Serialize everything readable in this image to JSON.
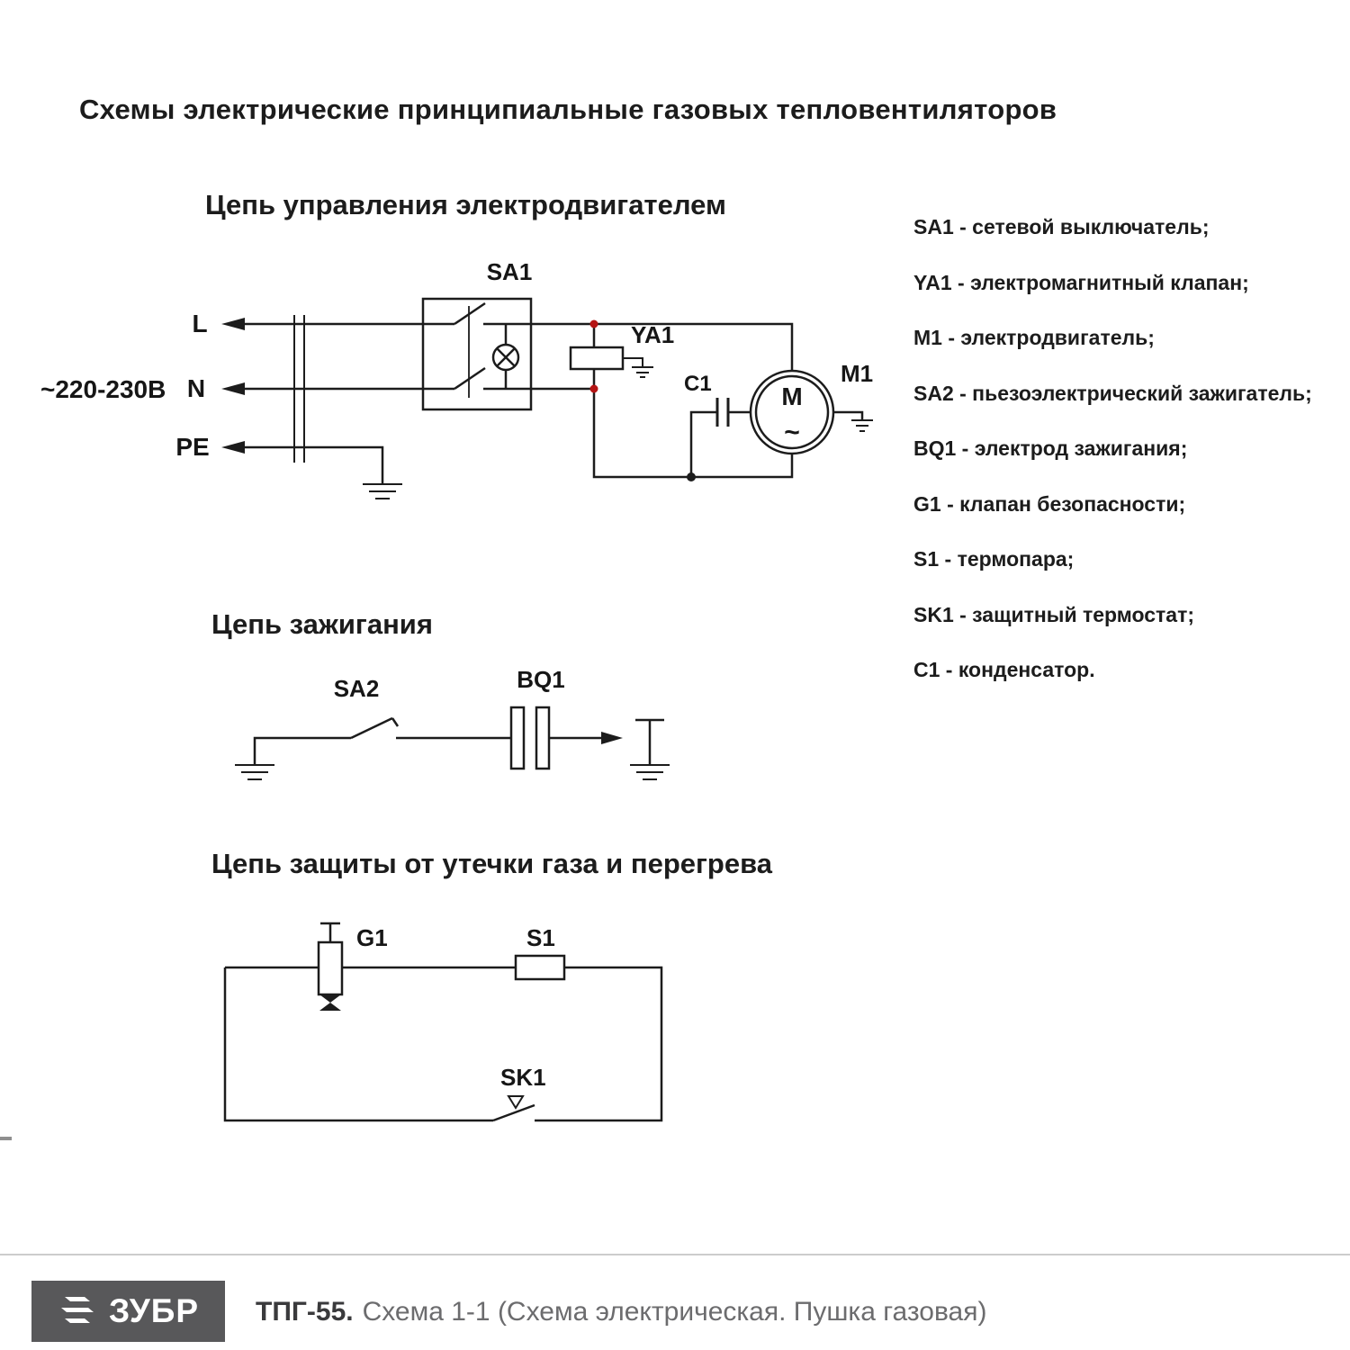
{
  "page": {
    "title": "Схемы электрические принципиальные газовых тепловентиляторов"
  },
  "sections": {
    "control": {
      "title": "Цепь управления электродвигателем",
      "voltage": "~220-230В",
      "labels": {
        "l": "L",
        "n": "N",
        "pe": "PE",
        "sa1": "SA1",
        "ya1": "YA1",
        "c1": "C1",
        "m1": "M1",
        "motor": "M",
        "tilde": "~"
      }
    },
    "ignition": {
      "title": "Цепь зажигания",
      "labels": {
        "sa2": "SA2",
        "bq1": "BQ1"
      }
    },
    "protection": {
      "title": "Цепь защиты от утечки газа и перегрева",
      "labels": {
        "g1": "G1",
        "s1": "S1",
        "sk1": "SK1"
      }
    }
  },
  "legend": {
    "items": [
      {
        "label": "SA1 - сетевой выключатель;"
      },
      {
        "label": "YA1 - электромагнитный клапан;"
      },
      {
        "label": "M1 - электродвигатель;"
      },
      {
        "label": "SA2 - пьезоэлектрический зажигатель;"
      },
      {
        "label": "BQ1 - электрод зажигания;"
      },
      {
        "label": "G1 - клапан безопасности;"
      },
      {
        "label": "S1 - термопара;"
      },
      {
        "label": "SK1 - защитный термостат;"
      },
      {
        "label": "C1 - конденсатор."
      }
    ]
  },
  "footer": {
    "logo": "ЗУБР",
    "model": "ТПГ-55.",
    "caption": "Схема 1-1 (Схема электрическая. Пушка газовая)"
  },
  "colors": {
    "line": "#1c1c1c",
    "junction_red": "#b41414",
    "logo_bg": "#58585a",
    "caption_gray": "#6c6c6e",
    "divider_gray": "#cccccc"
  }
}
